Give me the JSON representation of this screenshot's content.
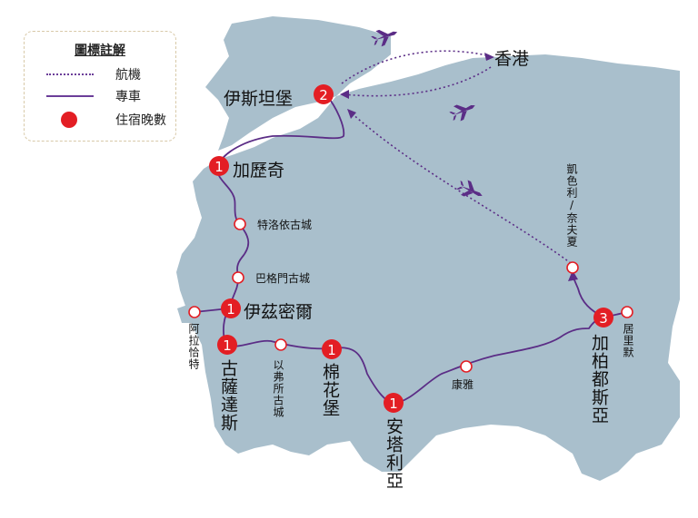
{
  "legend": {
    "title": "圖標註解",
    "items": [
      {
        "type": "flight",
        "label": "航機"
      },
      {
        "type": "coach",
        "label": "專車"
      },
      {
        "type": "nights",
        "label": "住宿晚數"
      }
    ]
  },
  "colors": {
    "land": "#a9bfcc",
    "route": "#5b2d86",
    "night_marker": "#e31e24",
    "stop_marker": "#e31e24"
  },
  "places": {
    "hongkong": "香港",
    "istanbul": "伊斯坦堡",
    "gallipoli": "加歷奇",
    "troy": "特洛依古城",
    "pergamon": "巴格門古城",
    "izmir": "伊茲密爾",
    "alacati": "阿拉恰特",
    "kusadasi": "古薩達斯",
    "ephesus": "以弗所古城",
    "pamukkale": "棉花堡",
    "antalya": "安塔利亞",
    "konya": "康雅",
    "cappadocia": "加柏都斯亞",
    "goreme": "居里默",
    "kayseri": "凱色利/奈夫夏"
  },
  "nights": {
    "istanbul": "2",
    "gallipoli": "1",
    "izmir": "1",
    "kusadasi": "1",
    "pamukkale": "1",
    "antalya": "1",
    "cappadocia": "3"
  },
  "icons": [
    "airplane-icon",
    "airplane-icon",
    "airplane-icon"
  ]
}
